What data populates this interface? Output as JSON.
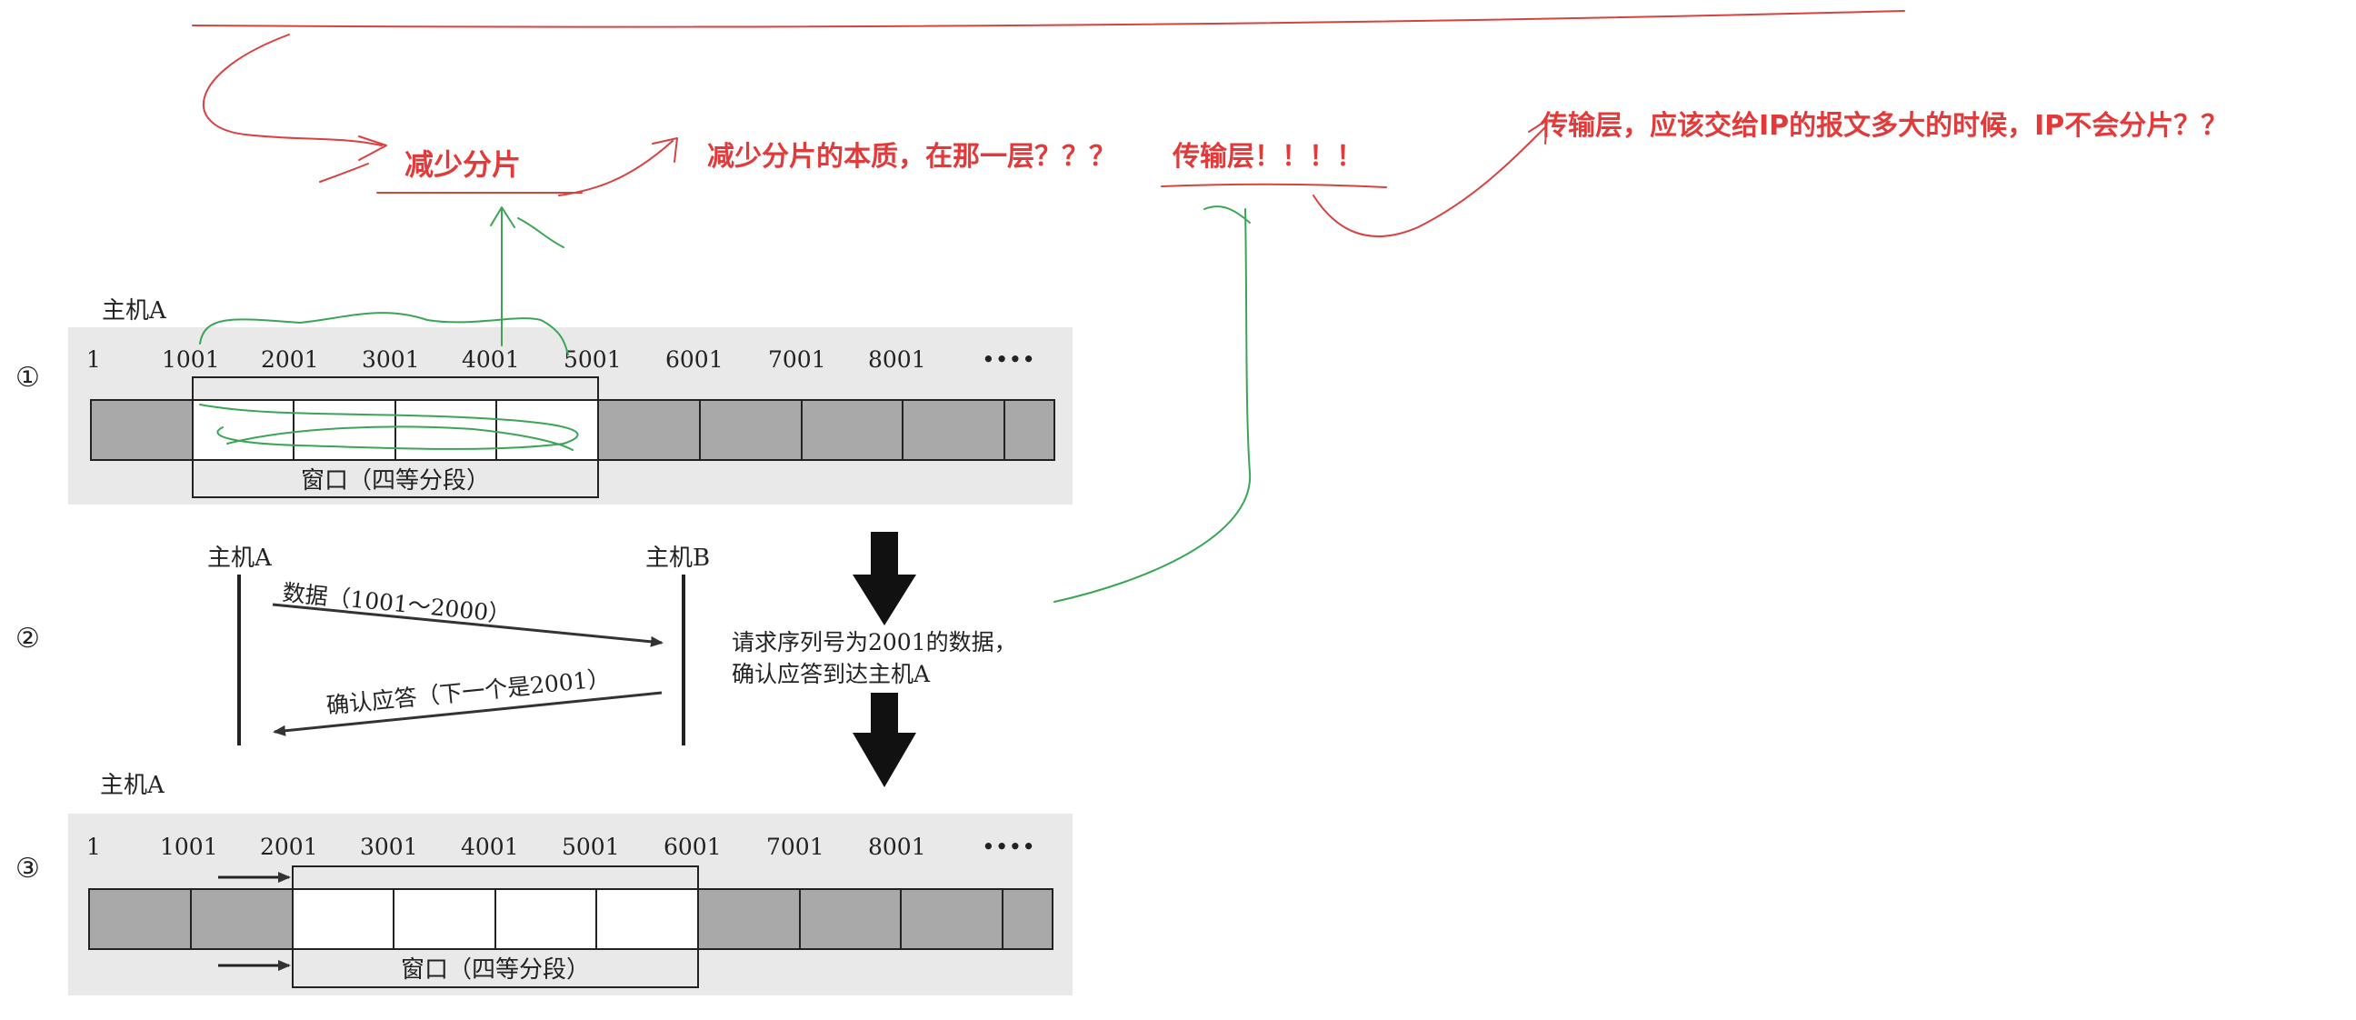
{
  "panel1": {
    "marker": "①",
    "host_label": "主机A",
    "ticks": [
      "1",
      "1001",
      "2001",
      "3001",
      "4001",
      "5001",
      "6001",
      "7001",
      "8001",
      "••••"
    ],
    "window_caption": "窗口（四等分段）"
  },
  "panel2": {
    "marker": "②",
    "host_a": "主机A",
    "host_b": "主机B",
    "data_msg": "数据（1001～2000）",
    "ack_msg": "确认应答（下一个是2001）",
    "note_line1": "请求序列号为2001的数据，",
    "note_line2": "确认应答到达主机A"
  },
  "panel3": {
    "marker": "③",
    "host_label": "主机A",
    "ticks": [
      "1",
      "1001",
      "2001",
      "3001",
      "4001",
      "5001",
      "6001",
      "7001",
      "8001",
      "••••"
    ],
    "window_caption": "窗口（四等分段）"
  },
  "annotations": {
    "a1": "减少分片",
    "a2": "减少分片的本质，在那一层？？？",
    "a3": "传输层！！！！",
    "a4": "传输层，应该交给IP的报文多大的时候，IP不会分片？？"
  },
  "colors": {
    "annotation_red": "#e23a3a",
    "ink_green": "#3aa655",
    "ink_red": "#d94040"
  }
}
